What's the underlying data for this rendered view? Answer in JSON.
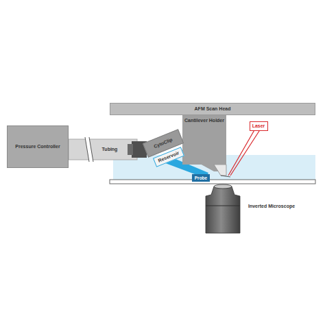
{
  "diagram": {
    "nodes": [
      {
        "text": [
          "Pressure Controller"
        ]
      },
      {
        "text": [
          "Tubing"
        ]
      },
      {
        "text": [
          "AFM Scan Head"
        ]
      },
      {
        "text": [
          "Laser"
        ]
      },
      {
        "text": [
          "Cantilever Holder"
        ]
      },
      {
        "text": [
          "CytoClip"
        ]
      },
      {
        "text": [
          "Reservoir"
        ]
      },
      {
        "text": [
          "Probe"
        ]
      }
    ],
    "labels": [
      "Inverted Microscope"
    ]
  }
}
